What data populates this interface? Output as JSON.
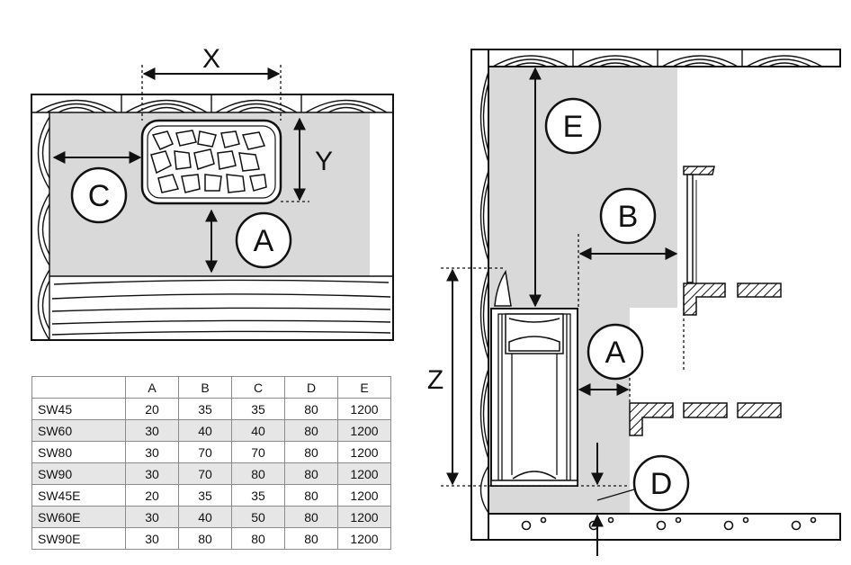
{
  "diagram": {
    "top_view_labels": {
      "x": "X",
      "y": "Y",
      "c": "C",
      "a": "A"
    },
    "side_view_labels": {
      "e": "E",
      "b": "B",
      "a": "A",
      "z": "Z",
      "d": "D"
    }
  },
  "table": {
    "columns": [
      "A",
      "B",
      "C",
      "D",
      "E"
    ],
    "rows": [
      {
        "model": "SW45",
        "values": [
          "20",
          "35",
          "35",
          "80",
          "1200"
        ]
      },
      {
        "model": "SW60",
        "values": [
          "30",
          "40",
          "40",
          "80",
          "1200"
        ]
      },
      {
        "model": "SW80",
        "values": [
          "30",
          "70",
          "70",
          "80",
          "1200"
        ]
      },
      {
        "model": "SW90",
        "values": [
          "30",
          "70",
          "80",
          "80",
          "1200"
        ]
      },
      {
        "model": "SW45E",
        "values": [
          "20",
          "35",
          "35",
          "80",
          "1200"
        ]
      },
      {
        "model": "SW60E",
        "values": [
          "30",
          "40",
          "50",
          "80",
          "1200"
        ]
      },
      {
        "model": "SW90E",
        "values": [
          "30",
          "80",
          "80",
          "80",
          "1200"
        ]
      }
    ]
  },
  "colors": {
    "clearance_zone": "#d9d9d9",
    "line": "#111111"
  }
}
